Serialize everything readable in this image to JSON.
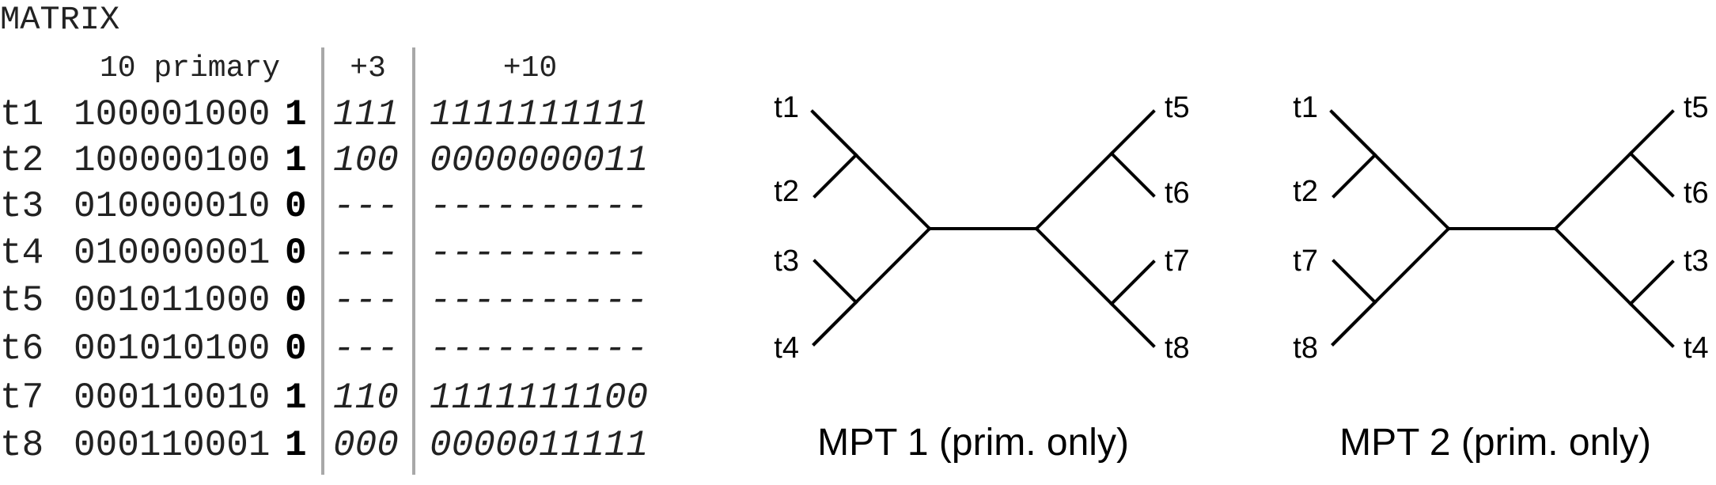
{
  "matrix": {
    "title": "MATRIX",
    "headers": {
      "primary": "10 primary",
      "plus3": "+3",
      "plus10": "+10"
    },
    "rows": [
      {
        "taxon": "t1",
        "primary": "100001000",
        "last": "1",
        "plus3": "111",
        "plus10": "1111111111"
      },
      {
        "taxon": "t2",
        "primary": "100000100",
        "last": "1",
        "plus3": "100",
        "plus10": "0000000011"
      },
      {
        "taxon": "t3",
        "primary": "010000010",
        "last": "0",
        "plus3": "---",
        "plus10": "----------"
      },
      {
        "taxon": "t4",
        "primary": "010000001",
        "last": "0",
        "plus3": "---",
        "plus10": "----------"
      },
      {
        "taxon": "t5",
        "primary": "001011000",
        "last": "0",
        "plus3": "---",
        "plus10": "----------"
      },
      {
        "taxon": "t6",
        "primary": "001010100",
        "last": "0",
        "plus3": "---",
        "plus10": "----------"
      },
      {
        "taxon": "t7",
        "primary": "000110010",
        "last": "1",
        "plus3": "110",
        "plus10": "1111111100"
      },
      {
        "taxon": "t8",
        "primary": "000110001",
        "last": "1",
        "plus3": "000",
        "plus10": "0000011111"
      }
    ]
  },
  "trees": [
    {
      "title": "MPT 1 (prim. only)",
      "left_leaves": [
        "t1",
        "t2",
        "t3",
        "t4"
      ],
      "right_leaves": [
        "t5",
        "t6",
        "t7",
        "t8"
      ]
    },
    {
      "title": "MPT 2 (prim. only)",
      "left_leaves": [
        "t1",
        "t2",
        "t7",
        "t8"
      ],
      "right_leaves": [
        "t5",
        "t6",
        "t3",
        "t4"
      ]
    }
  ]
}
